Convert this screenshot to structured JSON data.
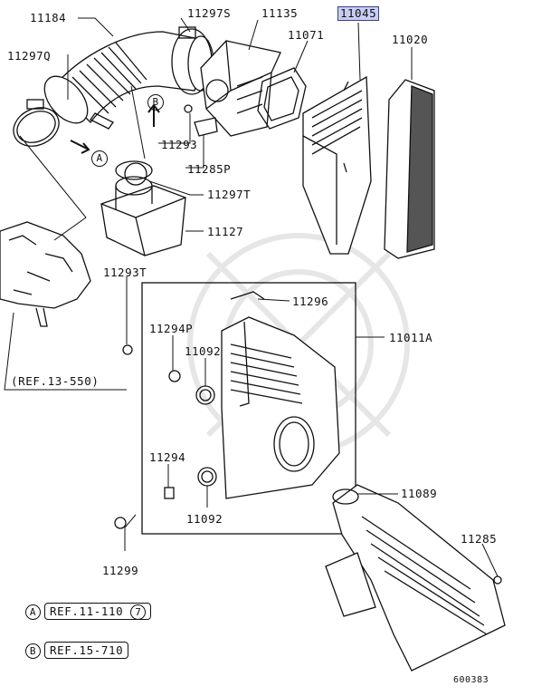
{
  "labels": {
    "p11184": "11184",
    "p11297S": "11297S",
    "p11135": "11135",
    "p11045": "11045",
    "p11071": "11071",
    "p11020": "11020",
    "p11297Q": "11297Q",
    "p11293": "11293",
    "p11285P": "11285P",
    "p11297T": "11297T",
    "p11127": "11127",
    "p11293T": "11293T",
    "p11296": "11296",
    "p11294P": "11294P",
    "p11092a": "11092",
    "p11011A": "11011A",
    "p11294": "11294",
    "p11092b": "11092",
    "p11089": "11089",
    "p11285": "11285",
    "p11299": "11299"
  },
  "refs": {
    "ref13": "(REF.13-550)",
    "refA_letter": "A",
    "refA_text": "REF.11-110",
    "refA_suffix": "7",
    "refB_letter": "B",
    "refB_text": "REF.15-710"
  },
  "markers": {
    "A": "A",
    "B": "B"
  },
  "diagram_id": "600383",
  "colors": {
    "highlight": "#c9cdf2",
    "line": "#111111"
  }
}
